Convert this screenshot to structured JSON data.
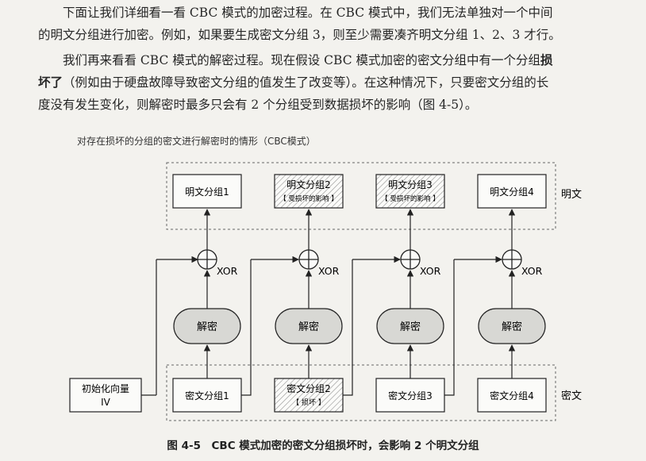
{
  "paragraph1": {
    "line1": "下面让我们详细看一看 CBC 模式的加密过程。在 CBC 模式中，我们无法单独对一个中间",
    "line2": "的明文分组进行加密。例如，如果要生成密文分组 3，则至少需要凑齐明文分组 1、2、3 才行。"
  },
  "paragraph2": {
    "line1_a": "我们再来看看 CBC 模式的解密过程。现在假设 CBC 模式加密的密文分组中有一个分组",
    "line1_bold": "损",
    "line2_bold": "坏了",
    "line2_b": "（例如由于硬盘故障导致密文分组的值发生了改变等）。在这种情况下，只要密文分组的长",
    "line3": "度没有发生变化，则解密时最多只会有 2 个分组受到数据损坏的影响（图 4-5）。"
  },
  "figure": {
    "subtitle": "对存在损坏的分组的密文进行解密时的情形（CBC模式）",
    "plaintext_label": "明文",
    "ciphertext_label": "密文",
    "xor_label": "XOR",
    "decrypt_label": "解密",
    "iv": {
      "line1": "初始化向量",
      "line2": "IV"
    },
    "plaintext_blocks": [
      {
        "label": "明文分组1",
        "note": ""
      },
      {
        "label": "明文分组2",
        "note": "【 受损坏的影响 】"
      },
      {
        "label": "明文分组3",
        "note": "【 受损坏的影响 】"
      },
      {
        "label": "明文分组4",
        "note": ""
      }
    ],
    "ciphertext_blocks": [
      {
        "label": "密文分组1",
        "note": ""
      },
      {
        "label": "密文分组2",
        "note": "【 损坏 】"
      },
      {
        "label": "密文分组3",
        "note": ""
      },
      {
        "label": "密文分组4",
        "note": ""
      }
    ],
    "caption": "图 4-5　CBC 模式加密的密文分组损坏时，会影响 2 个明文分组"
  }
}
